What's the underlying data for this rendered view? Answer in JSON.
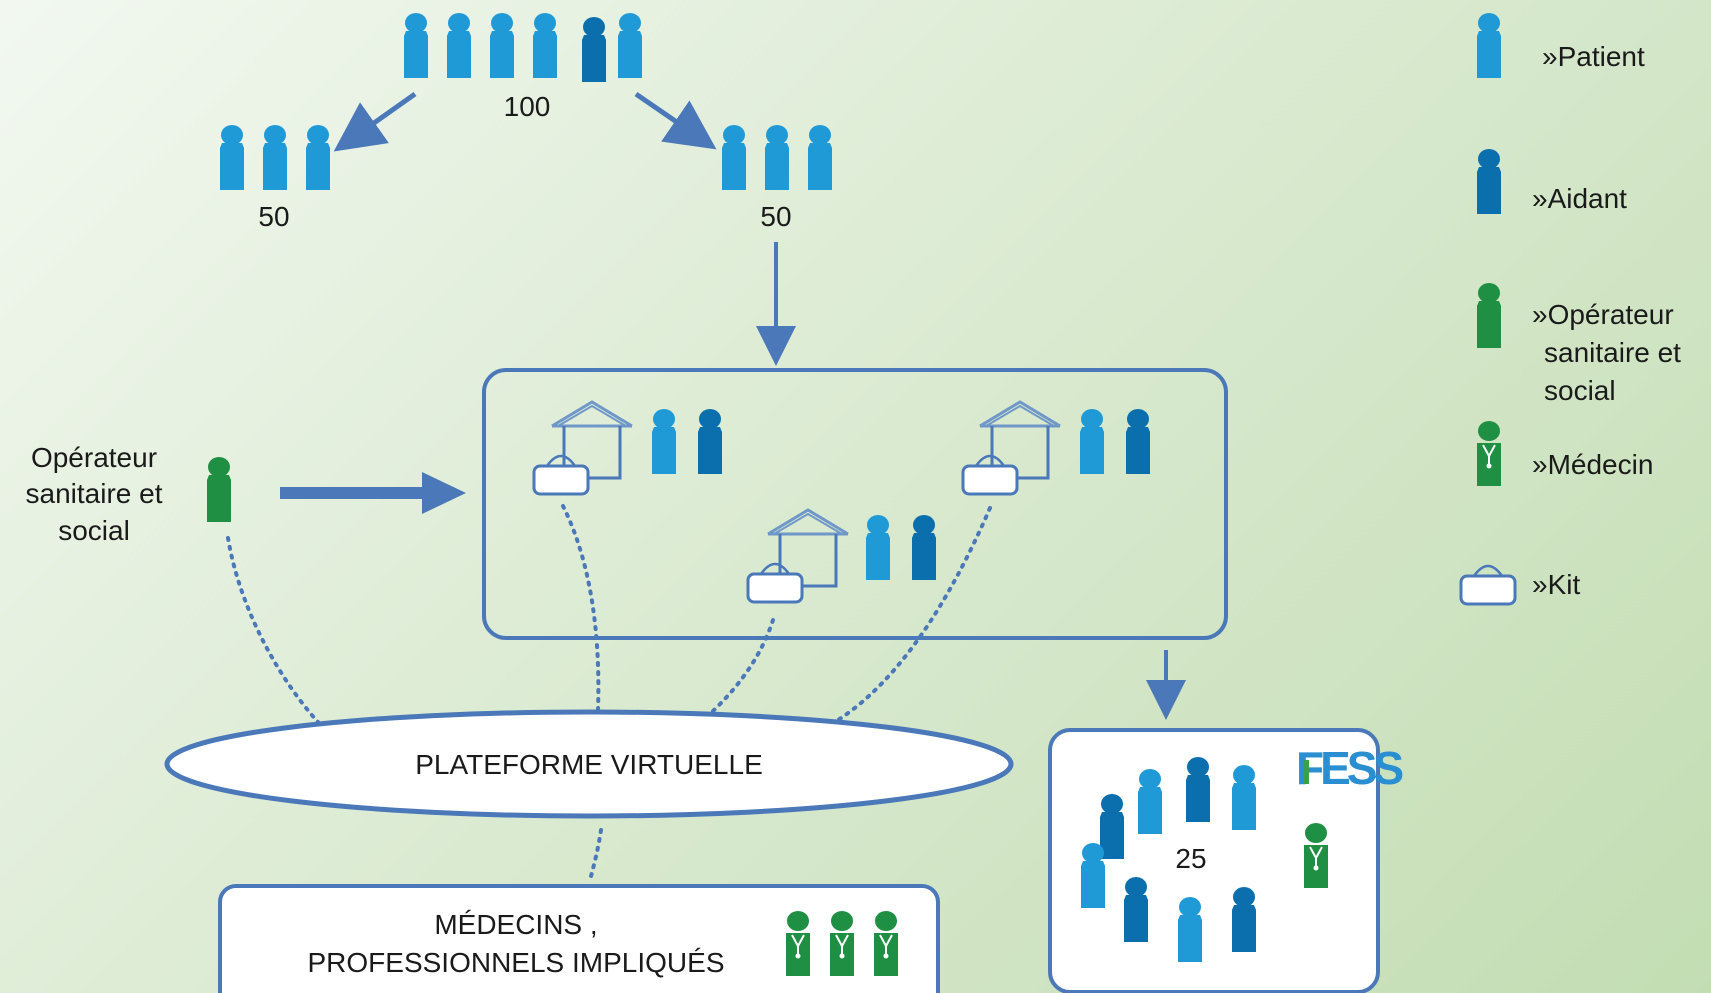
{
  "colors": {
    "patient": "#1f9ad6",
    "aidant": "#0b6fad",
    "operateur": "#1f8f43",
    "medecin": "#1f8f43",
    "line": "#4a78b8",
    "box_stroke": "#4a78b8",
    "fess_blue": "#2a8fd0",
    "fess_green": "#3aa14a"
  },
  "top_group": {
    "count_label": "100"
  },
  "left_group": {
    "count_label": "50"
  },
  "right_group": {
    "count_label": "50"
  },
  "operator_left": {
    "label_lines": [
      "Opérateur",
      "sanitaire et",
      "social"
    ]
  },
  "platform": {
    "label": "PLATEFORME VIRTUELLE"
  },
  "doctors_box": {
    "label_lines": [
      "MÉDECINS ,",
      "PROFESSIONNELS IMPLIQUÉS"
    ]
  },
  "fess_box": {
    "count_label": "25",
    "logo_text": "FESS"
  },
  "legend": {
    "items": [
      {
        "icon": "patient-icon",
        "label_lines": [
          "»Patient"
        ]
      },
      {
        "icon": "aidant-icon",
        "label_lines": [
          "»Aidant"
        ]
      },
      {
        "icon": "operateur-icon",
        "label_lines": [
          "»Opérateur",
          " sanitaire et",
          " social"
        ]
      },
      {
        "icon": "medecin-icon",
        "label_lines": [
          "»Médecin"
        ]
      },
      {
        "icon": "kit-icon",
        "label_lines": [
          "»Kit"
        ]
      }
    ]
  }
}
